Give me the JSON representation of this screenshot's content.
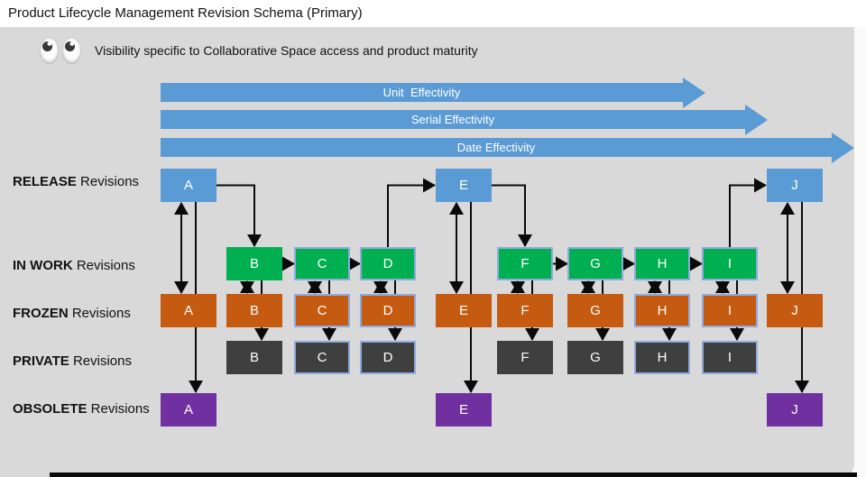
{
  "window": {
    "title": "Product Lifecycle Management Revision Schema (Primary)"
  },
  "note": {
    "icon": "eyes-icon",
    "text": "Visibility specific to Collaborative Space access and product maturity"
  },
  "effectivity_arrows": [
    {
      "id": "unit",
      "label": "Unit  Effectivity"
    },
    {
      "id": "serial",
      "label": "Serial Effectivity"
    },
    {
      "id": "date",
      "label": "Date Effectivity"
    }
  ],
  "rows": [
    {
      "id": "release",
      "label_bold": "RELEASE",
      "label_rest": " Revisions",
      "color": "#5b9bd5",
      "letters": [
        "A",
        "E",
        "J"
      ],
      "bordered": []
    },
    {
      "id": "inwork",
      "label_bold": "IN WORK",
      "label_rest": " Revisions",
      "color": "#00b050",
      "letters": [
        "B",
        "C",
        "D",
        "F",
        "G",
        "H",
        "I"
      ],
      "bordered": [
        "C",
        "D",
        "F",
        "G",
        "H",
        "I"
      ]
    },
    {
      "id": "frozen",
      "label_bold": "FROZEN",
      "label_rest": " Revisions",
      "color": "#c55a11",
      "letters": [
        "A",
        "B",
        "C",
        "D",
        "E",
        "F",
        "G",
        "H",
        "I",
        "J"
      ],
      "bordered": [
        "C",
        "D",
        "H",
        "I"
      ]
    },
    {
      "id": "private",
      "label_bold": "PRIVATE",
      "label_rest": " Revisions",
      "color": "#3f3f3f",
      "letters": [
        "B",
        "C",
        "D",
        "F",
        "G",
        "H",
        "I"
      ],
      "bordered": [
        "C",
        "D",
        "H",
        "I"
      ]
    },
    {
      "id": "obsolete",
      "label_bold": "OBSOLETE",
      "label_rest": " Revisions",
      "color": "#7030a0",
      "letters": [
        "A",
        "E",
        "J"
      ],
      "bordered": []
    }
  ],
  "connections": {
    "flow": [
      {
        "from_row": "release",
        "from": "A",
        "to_row": "inwork",
        "to": "B"
      },
      {
        "from_row": "inwork",
        "from": "B",
        "to_row": "inwork",
        "to": "C"
      },
      {
        "from_row": "inwork",
        "from": "C",
        "to_row": "inwork",
        "to": "D"
      },
      {
        "from_row": "inwork",
        "from": "D",
        "to_row": "release",
        "to": "E"
      },
      {
        "from_row": "release",
        "from": "E",
        "to_row": "inwork",
        "to": "F"
      },
      {
        "from_row": "inwork",
        "from": "F",
        "to_row": "inwork",
        "to": "G"
      },
      {
        "from_row": "inwork",
        "from": "G",
        "to_row": "inwork",
        "to": "H"
      },
      {
        "from_row": "inwork",
        "from": "H",
        "to_row": "inwork",
        "to": "I"
      },
      {
        "from_row": "inwork",
        "from": "I",
        "to_row": "release",
        "to": "J"
      }
    ],
    "sync": [
      {
        "top_row": "release",
        "bottom_row": "frozen",
        "letter": "A"
      },
      {
        "top_row": "inwork",
        "bottom_row": "frozen",
        "letter": "B"
      },
      {
        "top_row": "inwork",
        "bottom_row": "frozen",
        "letter": "C"
      },
      {
        "top_row": "inwork",
        "bottom_row": "frozen",
        "letter": "D"
      },
      {
        "top_row": "release",
        "bottom_row": "frozen",
        "letter": "E"
      },
      {
        "top_row": "inwork",
        "bottom_row": "frozen",
        "letter": "F"
      },
      {
        "top_row": "inwork",
        "bottom_row": "frozen",
        "letter": "G"
      },
      {
        "top_row": "inwork",
        "bottom_row": "frozen",
        "letter": "H"
      },
      {
        "top_row": "inwork",
        "bottom_row": "frozen",
        "letter": "I"
      },
      {
        "top_row": "release",
        "bottom_row": "frozen",
        "letter": "J"
      }
    ],
    "drop": [
      {
        "from_row": "release",
        "to_row": "obsolete",
        "letter": "A"
      },
      {
        "from_row": "inwork",
        "to_row": "private",
        "letter": "B"
      },
      {
        "from_row": "inwork",
        "to_row": "private",
        "letter": "C"
      },
      {
        "from_row": "inwork",
        "to_row": "private",
        "letter": "D"
      },
      {
        "from_row": "release",
        "to_row": "obsolete",
        "letter": "E"
      },
      {
        "from_row": "inwork",
        "to_row": "private",
        "letter": "F"
      },
      {
        "from_row": "inwork",
        "to_row": "private",
        "letter": "G"
      },
      {
        "from_row": "inwork",
        "to_row": "private",
        "letter": "H"
      },
      {
        "from_row": "inwork",
        "to_row": "private",
        "letter": "I"
      },
      {
        "from_row": "release",
        "to_row": "obsolete",
        "letter": "J"
      }
    ]
  },
  "colors": {
    "background": "#d9d9d9",
    "banner_blue": "#5b9bd5",
    "release_blue": "#5b9bd5",
    "inwork_green": "#00b050",
    "frozen_orange": "#c55a11",
    "private_gray": "#3f3f3f",
    "obsolete_purple": "#7030a0",
    "box_border_blue": "#8faadc",
    "arrow_black": "#0a0a0a"
  }
}
